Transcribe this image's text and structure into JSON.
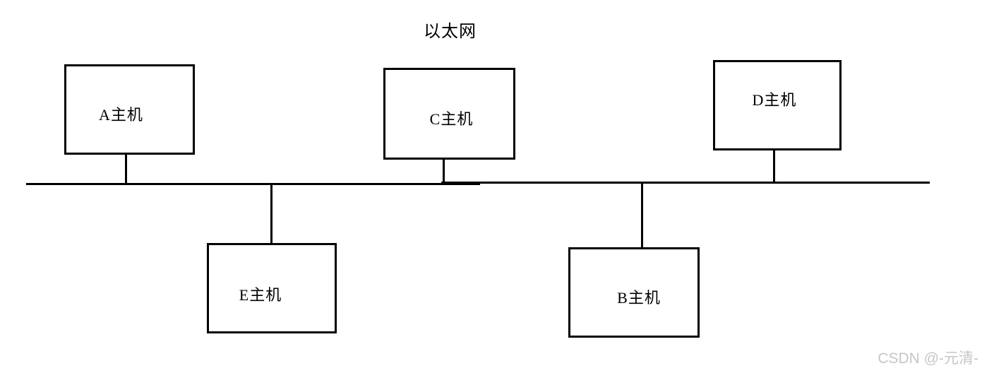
{
  "title": "以太网",
  "nodes": [
    {
      "id": "A",
      "label": "A主机"
    },
    {
      "id": "C",
      "label": "C主机"
    },
    {
      "id": "D",
      "label": "D主机"
    },
    {
      "id": "E",
      "label": "E主机"
    },
    {
      "id": "B",
      "label": "B主机"
    }
  ],
  "watermark": "CSDN @-元清-",
  "colors": {
    "line": "#000000",
    "text": "#000000",
    "watermark": "#c6c6c6",
    "background": "#ffffff"
  }
}
